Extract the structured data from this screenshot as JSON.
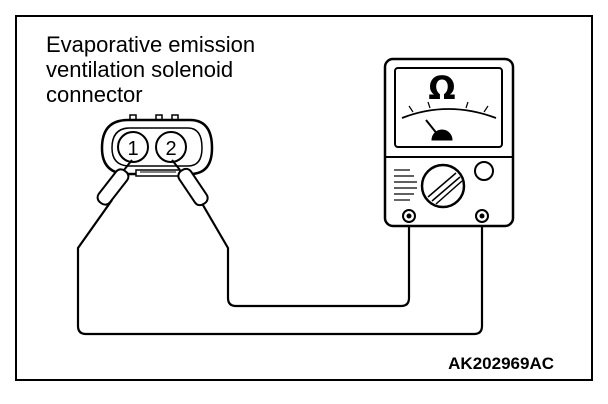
{
  "caption": {
    "line1": "Evaporative emission",
    "line2": "ventilation solenoid",
    "line3": "connector"
  },
  "connector": {
    "pin1": "1",
    "pin2": "2"
  },
  "meter": {
    "symbol": "Ω"
  },
  "figure_code": "AK202969AC",
  "colors": {
    "line": "#000000",
    "background": "#ffffff"
  },
  "icons": {
    "connector": "connector-icon",
    "meter": "ohmmeter-icon"
  }
}
